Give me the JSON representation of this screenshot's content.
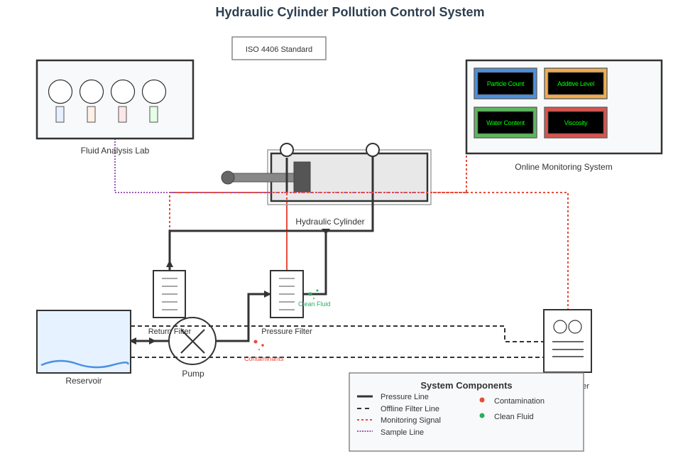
{
  "title": "Hydraulic Cylinder Pollution Control System",
  "standard_box": {
    "label": "ISO 4406 Standard"
  },
  "components": {
    "fluid_analysis_lab": {
      "label": "Fluid Analysis Lab",
      "sample_vial_colors": [
        "#e6f0ff",
        "#fff0e6",
        "#ffe6e6",
        "#e6ffe6"
      ]
    },
    "online_monitoring_system": {
      "label": "Online Monitoring System",
      "sensors": [
        {
          "label": "Particle Count",
          "frame_color": "#4a90e2"
        },
        {
          "label": "Additive Level",
          "frame_color": "#f0ad4e"
        },
        {
          "label": "Water Content",
          "frame_color": "#5cb85c"
        },
        {
          "label": "Viscosity",
          "frame_color": "#d9534f"
        }
      ],
      "display_text_color": "#00ff00"
    },
    "hydraulic_cylinder": {
      "label": "Hydraulic Cylinder"
    },
    "return_filter": {
      "label": "Return Filter"
    },
    "pressure_filter": {
      "label": "Pressure Filter"
    },
    "pump": {
      "label": "Pump"
    },
    "reservoir": {
      "label": "Reservoir"
    },
    "offline_filter": {
      "label": "er"
    }
  },
  "annotations": {
    "clean_fluid": {
      "label": "Clean Fluid",
      "color": "#27ae60"
    },
    "contaminants": {
      "label": "Contaminants",
      "color": "#e74c3c"
    }
  },
  "legend": {
    "title": "System Components",
    "line_items": [
      {
        "label": "Pressure Line",
        "style": "solid"
      },
      {
        "label": "Offline Filter Line",
        "style": "dashed"
      },
      {
        "label": "Monitoring Signal",
        "style": "monitor-dotted",
        "color": "#e74c3c"
      },
      {
        "label": "Sample Line",
        "style": "sample-dotted",
        "color": "#9b59b6"
      }
    ],
    "dot_items": [
      {
        "label": "Contamination",
        "color": "#e74c3c"
      },
      {
        "label": "Clean Fluid",
        "color": "#27ae60"
      }
    ]
  }
}
